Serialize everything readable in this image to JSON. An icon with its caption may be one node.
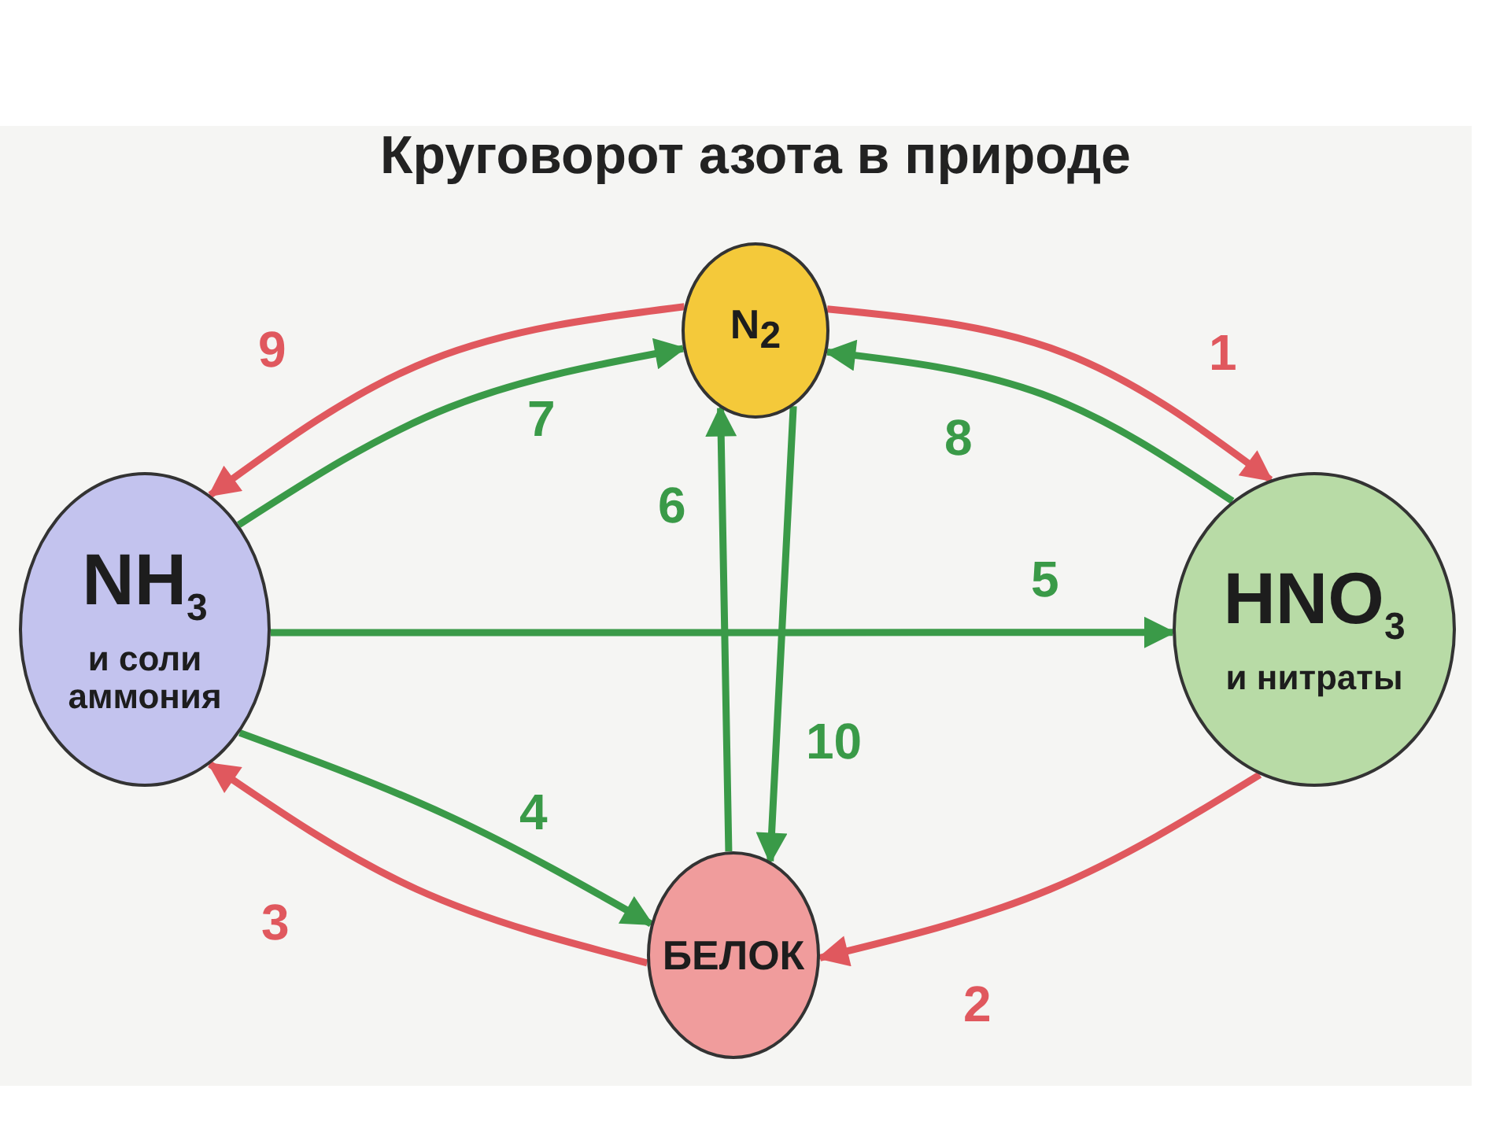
{
  "diagram": {
    "title": "Круговорот азота в природе",
    "nodes": [
      {
        "text": [
          "N$_{2}$"
        ]
      },
      {
        "text": [
          "NH$_{3}$",
          "и соли аммония"
        ]
      },
      {
        "text": [
          "HNO$_{3}$",
          "и нитраты"
        ]
      },
      {
        "text": [
          "БЕЛОК"
        ]
      }
    ],
    "edges": [
      {
        "from": 0,
        "to": 2,
        "arrow": "to",
        "label": "1",
        "color": "#e0585e"
      },
      {
        "from": 2,
        "to": 3,
        "arrow": "to",
        "label": "2",
        "color": "#e0585e"
      },
      {
        "from": 3,
        "to": 1,
        "arrow": "to",
        "label": "3",
        "color": "#e0585e"
      },
      {
        "from": 1,
        "to": 3,
        "arrow": "to",
        "label": "4"
      },
      {
        "from": 1,
        "to": 2,
        "arrow": "to",
        "label": "5"
      },
      {
        "from": 3,
        "to": 0,
        "arrow": "to",
        "label": "6"
      },
      {
        "from": 1,
        "to": 0,
        "arrow": "to",
        "label": "7"
      },
      {
        "from": 2,
        "to": 0,
        "arrow": "to",
        "label": "8"
      },
      {
        "from": 0,
        "to": 1,
        "arrow": "to",
        "label": "9",
        "color": "#e0585e"
      },
      {
        "from": 0,
        "to": 3,
        "arrow": "to",
        "label": "10"
      }
    ]
  }
}
